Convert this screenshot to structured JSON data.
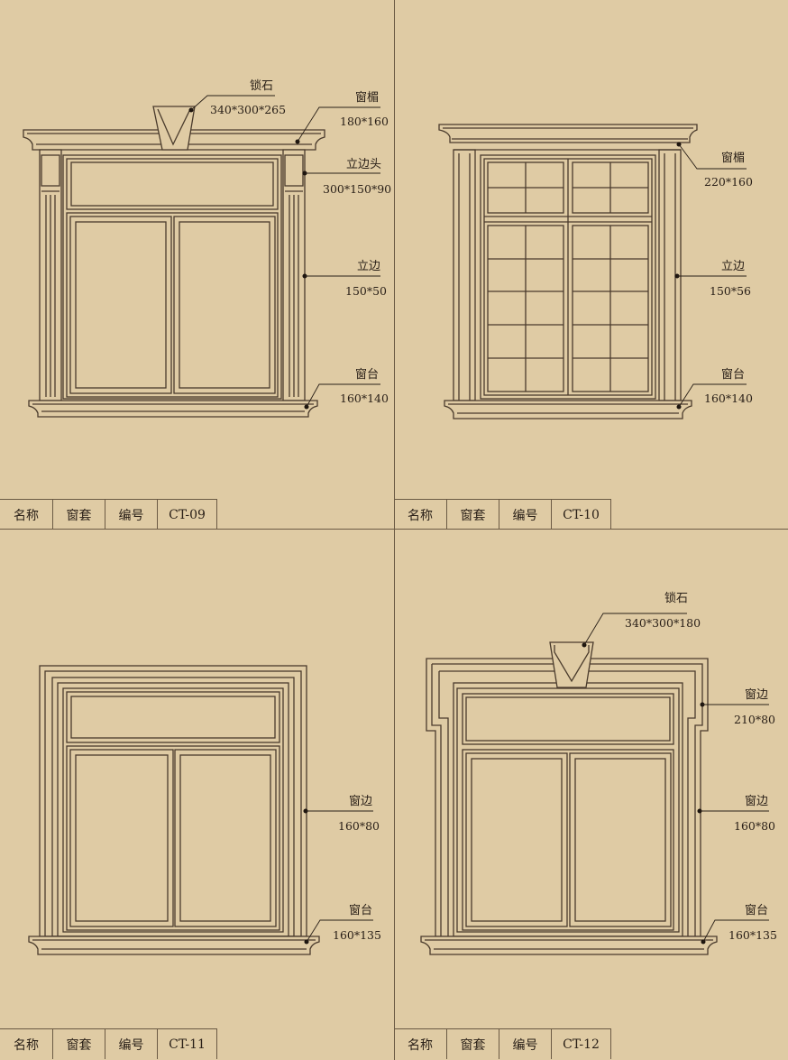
{
  "panels": [
    {
      "id": "CT-09",
      "title_block": {
        "name_label": "名称",
        "name_value": "窗套",
        "code_label": "编号",
        "code_value": "CT-09"
      },
      "callouts": [
        {
          "label": "锁石",
          "value": "340*300*265"
        },
        {
          "label": "窗楣",
          "value": "180*160"
        },
        {
          "label": "立边头",
          "value": "300*150*90"
        },
        {
          "label": "立边",
          "value": "150*50"
        },
        {
          "label": "窗台",
          "value": "160*140"
        }
      ]
    },
    {
      "id": "CT-10",
      "title_block": {
        "name_label": "名称",
        "name_value": "窗套",
        "code_label": "编号",
        "code_value": "CT-10"
      },
      "callouts": [
        {
          "label": "窗楣",
          "value": "220*160"
        },
        {
          "label": "立边",
          "value": "150*56"
        },
        {
          "label": "窗台",
          "value": "160*140"
        }
      ]
    },
    {
      "id": "CT-11",
      "title_block": {
        "name_label": "名称",
        "name_value": "窗套",
        "code_label": "编号",
        "code_value": "CT-11"
      },
      "callouts": [
        {
          "label": "窗边",
          "value": "160*80"
        },
        {
          "label": "窗台",
          "value": "160*135"
        }
      ]
    },
    {
      "id": "CT-12",
      "title_block": {
        "name_label": "名称",
        "name_value": "窗套",
        "code_label": "编号",
        "code_value": "CT-12"
      },
      "callouts": [
        {
          "label": "锁石",
          "value": "340*300*180"
        },
        {
          "label": "窗边",
          "value": "210*80"
        },
        {
          "label": "窗边",
          "value": "160*80"
        },
        {
          "label": "窗台",
          "value": "160*135"
        }
      ]
    }
  ]
}
